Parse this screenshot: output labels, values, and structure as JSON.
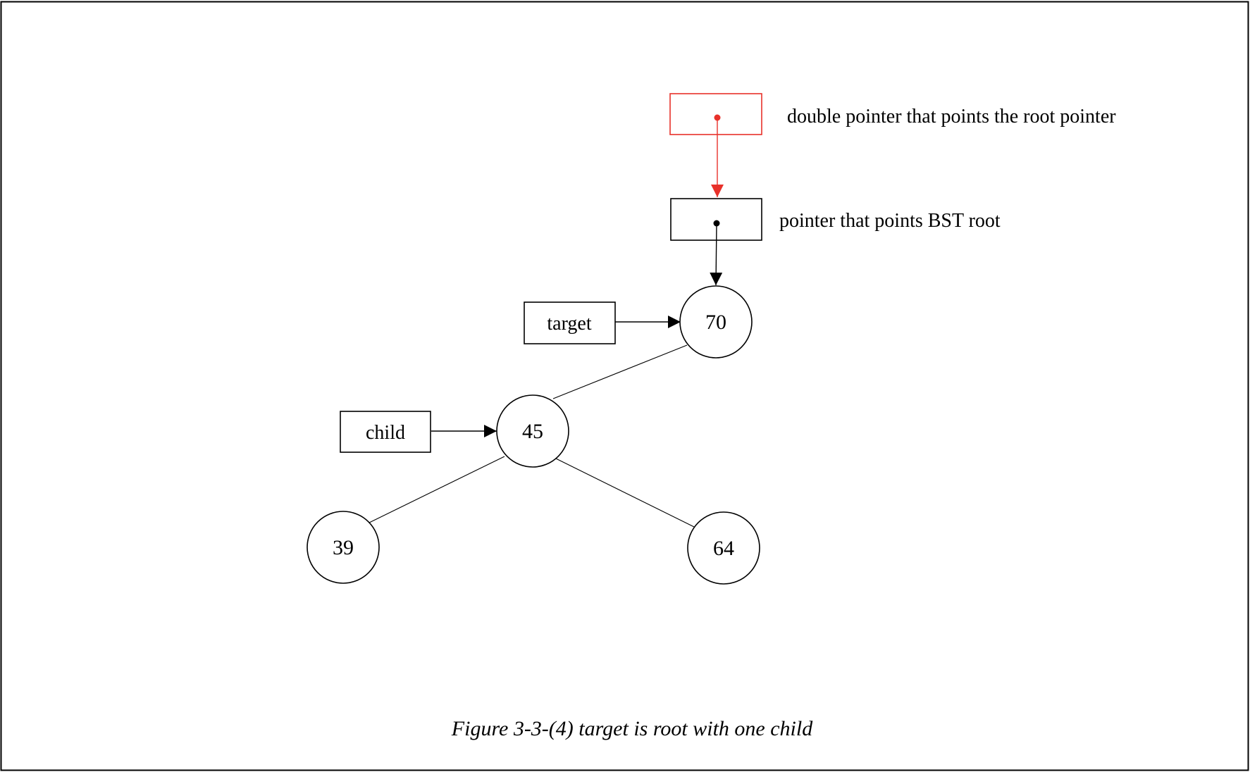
{
  "double_pointer": {
    "label": "double pointer that points the root pointer"
  },
  "root_pointer": {
    "label": "pointer that points BST root"
  },
  "pointers": {
    "target": "target",
    "child": "child"
  },
  "nodes": {
    "n70": "70",
    "n45": "45",
    "n39": "39",
    "n64": "64"
  },
  "caption": "Figure 3-3-(4) target is root with one child",
  "colors": {
    "highlight": "#e8312a",
    "stroke": "#000000",
    "background": "#ffffff"
  }
}
